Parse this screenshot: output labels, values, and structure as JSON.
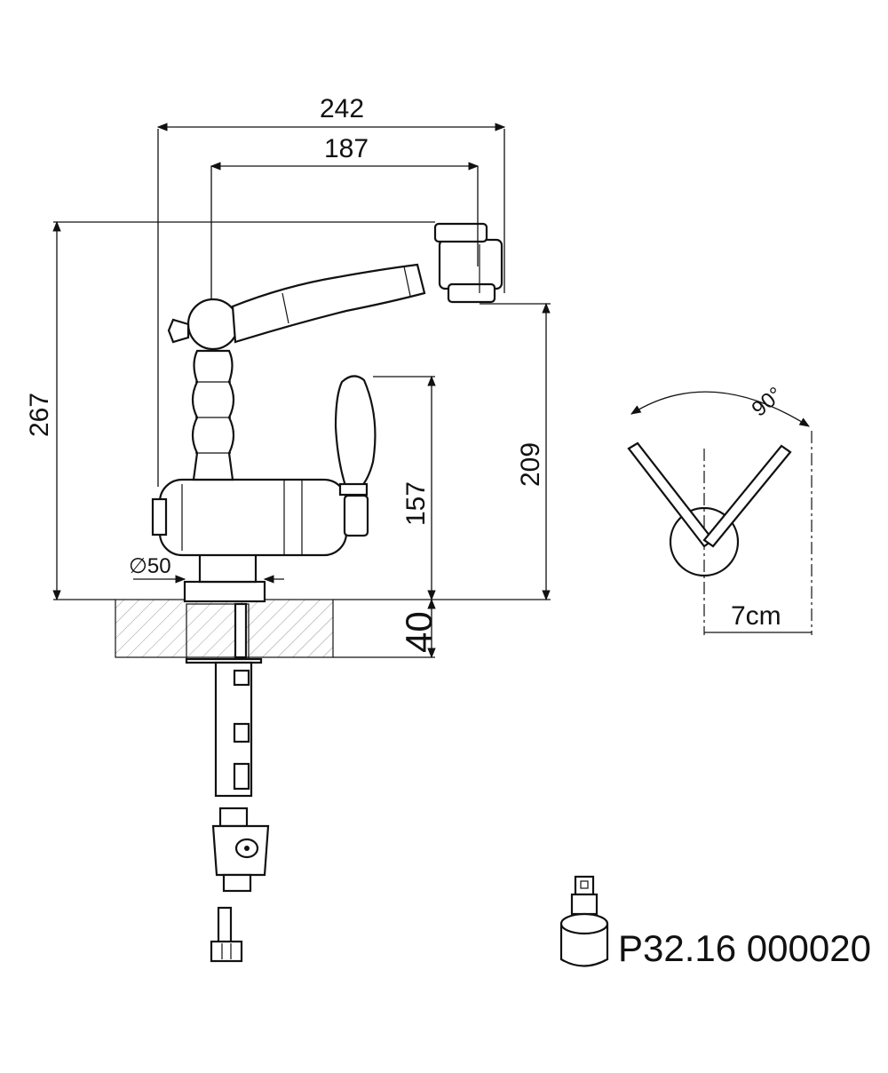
{
  "dimensions": {
    "overall_width": "242",
    "spout_reach": "187",
    "overall_height": "267",
    "spout_height": "209",
    "handle_height": "157",
    "deck_thickness": "40",
    "base_diameter": "∅50"
  },
  "lever_diagram": {
    "rotation_angle": "90°",
    "clearance": "7cm"
  },
  "cartridge": {
    "part_code": "P32.16 000020"
  }
}
